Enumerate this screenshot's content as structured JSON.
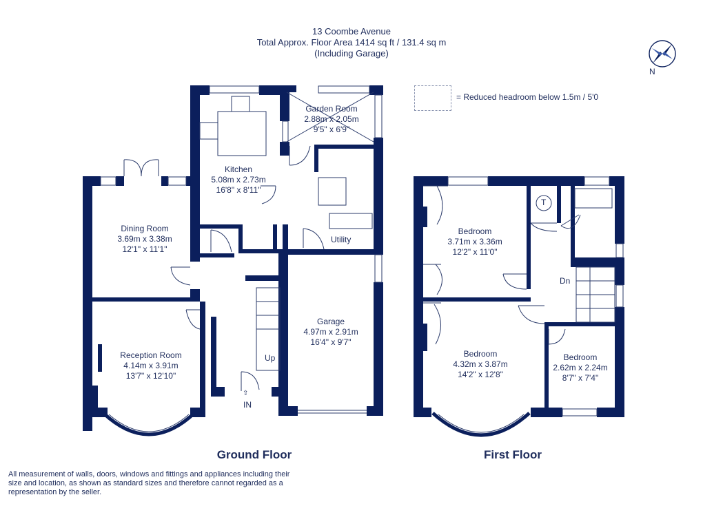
{
  "header": {
    "line1": "13 Coombe Avenue",
    "line2": "Total Approx. Floor Area 1414 sq ft / 131.4 sq m",
    "line3": "(Including Garage)"
  },
  "legend": {
    "text": "= Reduced headroom below 1.5m / 5'0"
  },
  "compass": {
    "label": "N"
  },
  "colors": {
    "wall": "#0b1f5c",
    "text": "#1f2d5c",
    "line": "#2a3a6a"
  },
  "ground_floor": {
    "title": "Ground Floor",
    "rooms": [
      {
        "name": "Garden Room",
        "dim_m": "2.88m x 2.05m",
        "dim_ft": "9'5\" x 6'9\""
      },
      {
        "name": "Kitchen",
        "dim_m": "5.08m x 2.73m",
        "dim_ft": "16'8\" x 8'11\""
      },
      {
        "name": "Dining Room",
        "dim_m": "3.69m x 3.38m",
        "dim_ft": "12'1\" x 11'1\""
      },
      {
        "name": "Garage",
        "dim_m": "4.97m x 2.91m",
        "dim_ft": "16'4\" x 9'7\""
      },
      {
        "name": "Reception Room",
        "dim_m": "4.14m x 3.91m",
        "dim_ft": "13'7\" x 12'10\""
      }
    ],
    "utility": "Utility",
    "up": "Up",
    "in": "IN"
  },
  "first_floor": {
    "title": "First Floor",
    "rooms": [
      {
        "name": "Bedroom",
        "dim_m": "3.71m x 3.36m",
        "dim_ft": "12'2\" x 11'0\""
      },
      {
        "name": "Bedroom",
        "dim_m": "4.32m x 3.87m",
        "dim_ft": "14'2\" x 12'8\""
      },
      {
        "name": "Bedroom",
        "dim_m": "2.62m x 2.24m",
        "dim_ft": "8'7\" x 7'4\""
      }
    ],
    "tank": "T",
    "down": "Dn"
  },
  "disclaimer": "All measurement of walls, doors, windows and fittings and appliances including their size and location, as shown as standard sizes and therefore cannot regarded as a representation by the seller."
}
